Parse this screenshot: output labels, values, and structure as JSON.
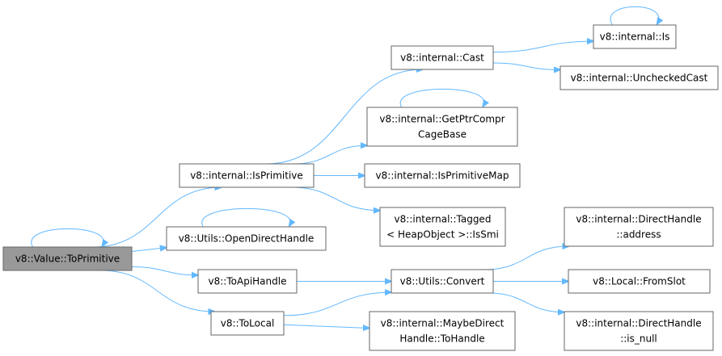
{
  "colors": {
    "edge": "#63b8ff",
    "node_border": "#666666",
    "node_fill": "#ffffff",
    "root_fill": "#999999"
  },
  "nodes": [
    {
      "id": "value_toprimitive",
      "lines": [
        "v8::Value::ToPrimitive"
      ],
      "root": true
    },
    {
      "id": "isprimitive",
      "lines": [
        "v8::internal::IsPrimitive"
      ]
    },
    {
      "id": "opendirecthandle",
      "lines": [
        "v8::Utils::OpenDirectHandle"
      ]
    },
    {
      "id": "toapihandle",
      "lines": [
        "v8::ToApiHandle"
      ]
    },
    {
      "id": "tolocal",
      "lines": [
        "v8::ToLocal"
      ]
    },
    {
      "id": "cast",
      "lines": [
        "v8::internal::Cast"
      ]
    },
    {
      "id": "getptrcompr",
      "lines": [
        "v8::internal::GetPtrCompr",
        "CageBase"
      ]
    },
    {
      "id": "isprimitivemap",
      "lines": [
        "v8::internal::IsPrimitiveMap"
      ]
    },
    {
      "id": "tagged_issmi",
      "lines": [
        "v8::internal::Tagged",
        "< HeapObject >::IsSmi"
      ]
    },
    {
      "id": "utils_convert",
      "lines": [
        "v8::Utils::Convert"
      ]
    },
    {
      "id": "maybedirect_tohandle",
      "lines": [
        "v8::internal::MaybeDirect",
        "Handle::ToHandle"
      ]
    },
    {
      "id": "internal_is",
      "lines": [
        "v8::internal::Is"
      ]
    },
    {
      "id": "uncheckedcast",
      "lines": [
        "v8::internal::UncheckedCast"
      ]
    },
    {
      "id": "directhandle_address",
      "lines": [
        "v8::internal::DirectHandle",
        "::address"
      ]
    },
    {
      "id": "local_fromslot",
      "lines": [
        "v8::Local::FromSlot"
      ]
    },
    {
      "id": "directhandle_isnull",
      "lines": [
        "v8::internal::DirectHandle",
        "::is_null"
      ]
    }
  ],
  "edges": [
    {
      "from": "value_toprimitive",
      "to": "value_toprimitive"
    },
    {
      "from": "value_toprimitive",
      "to": "isprimitive"
    },
    {
      "from": "value_toprimitive",
      "to": "opendirecthandle"
    },
    {
      "from": "value_toprimitive",
      "to": "toapihandle"
    },
    {
      "from": "value_toprimitive",
      "to": "tolocal"
    },
    {
      "from": "isprimitive",
      "to": "cast"
    },
    {
      "from": "isprimitive",
      "to": "getptrcompr"
    },
    {
      "from": "isprimitive",
      "to": "isprimitivemap"
    },
    {
      "from": "isprimitive",
      "to": "tagged_issmi"
    },
    {
      "from": "opendirecthandle",
      "to": "opendirecthandle"
    },
    {
      "from": "toapihandle",
      "to": "utils_convert"
    },
    {
      "from": "tolocal",
      "to": "utils_convert"
    },
    {
      "from": "tolocal",
      "to": "maybedirect_tohandle"
    },
    {
      "from": "cast",
      "to": "internal_is"
    },
    {
      "from": "cast",
      "to": "uncheckedcast"
    },
    {
      "from": "getptrcompr",
      "to": "getptrcompr"
    },
    {
      "from": "internal_is",
      "to": "internal_is"
    },
    {
      "from": "utils_convert",
      "to": "directhandle_address"
    },
    {
      "from": "utils_convert",
      "to": "local_fromslot"
    },
    {
      "from": "utils_convert",
      "to": "directhandle_isnull"
    }
  ]
}
